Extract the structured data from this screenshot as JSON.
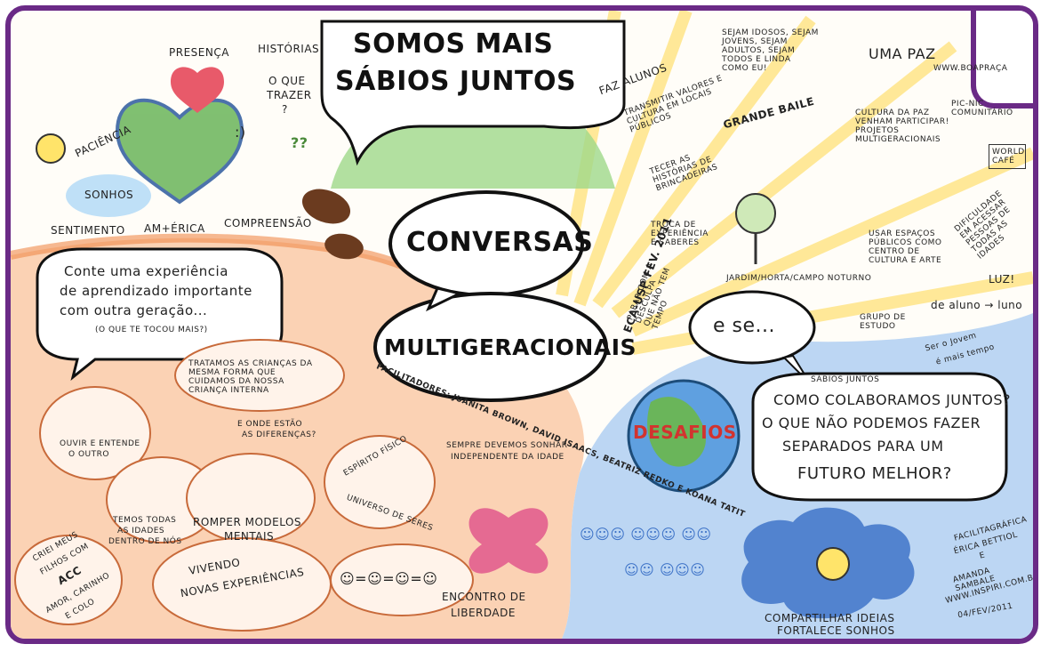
{
  "title_top": [
    "SOMOS MAIS",
    "SÁBIOS JUNTOS"
  ],
  "center": {
    "line1": "CONVERSAS",
    "line2": "MULTIGERACIONAIS"
  },
  "event_info": "ECA-USP FEV. 2011",
  "facilitators": "FACILITADORES: JUANITA BROWN, DAVID ISAACS, BEATRIZ REDKO E KOANA TATIT",
  "left_top": {
    "presenca": "PRESENÇA",
    "historias": "HISTÓRIAS",
    "o_que_trazer": [
      "O QUE",
      "TRAZER",
      "?"
    ],
    "paciencia": "PACIÊNCIA",
    "sonhos": "SONHOS",
    "sentimento": "SENTIMENTO",
    "amerika": "AM+ÉRICA",
    "compreensao": "COMPREENSÃO"
  },
  "prompt_bubble": [
    "Conte uma experiência",
    "de aprendizado importante",
    "com outra geração...",
    "(O QUE TE TOCOU MAIS?)"
  ],
  "left_bottom": {
    "tratamos": "TRATAMOS AS CRIANÇAS DA MESMA FORMA QUE CUIDAMOS DA NOSSA CRIANÇA INTERNA",
    "ouvir": [
      "OUVIR E ENTENDE",
      "O OUTRO"
    ],
    "diferencas": [
      "E ONDE ESTÃO",
      "AS DIFERENÇAS?"
    ],
    "temos": [
      "TEMOS TODAS",
      "AS IDADES",
      "DENTRO DE NÓS"
    ],
    "romper": [
      "ROMPER MODELOS",
      "MENTAIS"
    ],
    "espirito": "ESPÍRITO FÍSICO",
    "universo": "UNIVERSO DE SERES",
    "sonhar": [
      "SEMPRE DEVEMOS SONHAR",
      "INDEPENDENTE DA IDADE"
    ],
    "crie": [
      "CRIEI MEUS",
      "FILHOS COM",
      "ACC",
      "AMOR, CARINHO",
      "E COLO"
    ],
    "vivendo": [
      "VIVENDO",
      "NOVAS EXPERIÊNCIAS"
    ],
    "encontro": [
      "ENCONTRO DE",
      "LIBERDADE"
    ]
  },
  "right_top": {
    "alunos": "FAZ ALUNOS",
    "transmitir": "TRANSMITIR VALORES E CULTURA EM LOCAIS PÚBLICOS",
    "grande_baile": "GRANDE BAILE",
    "tecer": "TECER AS HISTÓRIAS DE BRINCADEIRAS",
    "troca": "TROCA DE EXPERIÊNCIA E SABERES",
    "parar": "PARAR COM A DESCULPA QUE NÃO TEM TEMPO",
    "jardim": "JARDIM/HORTA/CAMPO NOTURNO",
    "idosos": "SEJAM IDOSOS, SEJAM JOVENS, SEJAM ADULTOS, SEJAM TODOS E LINDA COMO EU!",
    "uma_paz": "UMA PAZ",
    "site": "WWW.BOAPRAÇA",
    "picnic": "PIC-NIC COMUNITÁRIO",
    "cultura_paz": "CULTURA DA PAZ VENHAM PARTICIPAR! PROJETOS MULTIGERACIONAIS",
    "world_cafe": "WORLD CAFÉ",
    "usar_espacos": "USAR ESPAÇOS PÚBLICOS COMO CENTRO DE CULTURA E ARTE",
    "dificuldade": "DIFICULDADE EM ACESSAR PESSOAS DE TODAS AS IDADES",
    "grupo": "GRUPO DE ESTUDO",
    "luz": "LUZ!",
    "aluno_luno": "de aluno → luno",
    "jovem": [
      "Ser o Jovem",
      "é mais tempo"
    ]
  },
  "e_se": "e se...",
  "desafios": "DESAFIOS",
  "sabios_juntos": "SÁBIOS JUNTOS",
  "question": [
    "COMO COLABORAMOS JUNTOS?",
    "O QUE NÃO PODEMOS FAZER",
    "SEPARADOS PARA UM",
    "FUTURO MELHOR?"
  ],
  "compartilhar": [
    "COMPARTILHAR IDEIAS",
    "FORTALECE SONHOS"
  ],
  "credits": [
    "FACILITAGRÁFICA",
    "ÉRICA BETTIOL",
    "E",
    "AMANDA SAMBALE",
    "WWW.INSPIRI.COM.BR",
    "04/FEV/2011"
  ],
  "colors": {
    "frame": "#6a2a86",
    "green": "#7cc26a",
    "orange": "#f08a4b",
    "yellow": "#ffd84a",
    "blue": "#4f8fd8"
  }
}
